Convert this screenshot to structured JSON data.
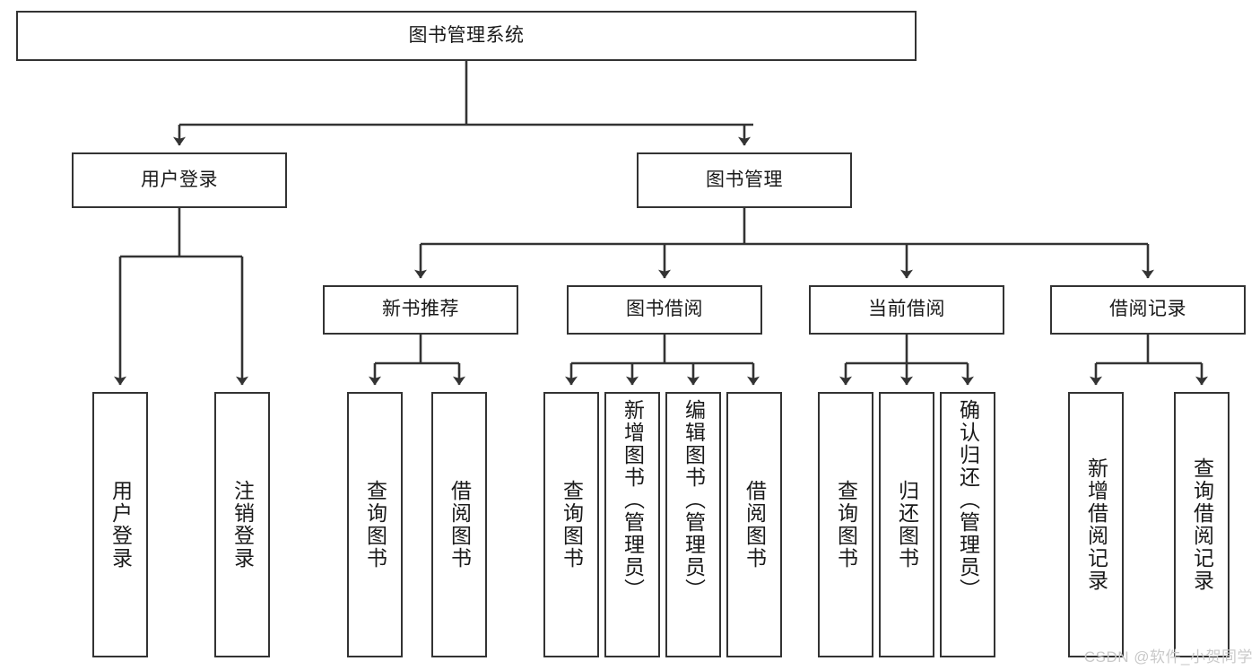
{
  "diagram": {
    "type": "tree",
    "title": "图书管理系统",
    "stroke_color": "#333333",
    "fill_color": "#ffffff",
    "text_color": "#1a1a1a"
  },
  "root": {
    "label": "图书管理系统"
  },
  "level2": [
    {
      "label": "用户登录"
    },
    {
      "label": "图书管理"
    }
  ],
  "level3": [
    {
      "label": "新书推荐"
    },
    {
      "label": "图书借阅"
    },
    {
      "label": "当前借阅"
    },
    {
      "label": "借阅记录"
    }
  ],
  "leaves": {
    "user_login": [
      {
        "label": "用户登录"
      },
      {
        "label": "注销登录"
      }
    ],
    "new_book": [
      {
        "label": "查询图书"
      },
      {
        "label": "借阅图书"
      }
    ],
    "borrow_book": [
      {
        "label": "查询图书"
      },
      {
        "label": "新增图书（管理员）"
      },
      {
        "label": "编辑图书（管理员）"
      },
      {
        "label": "借阅图书"
      }
    ],
    "current_borrow": [
      {
        "label": "查询图书"
      },
      {
        "label": "归还图书"
      },
      {
        "label": "确认归还（管理员）"
      }
    ],
    "borrow_record": [
      {
        "label": "新增借阅记录"
      },
      {
        "label": "查询借阅记录"
      }
    ]
  },
  "watermark": {
    "text": "CSDN @软件_小贺同学"
  }
}
